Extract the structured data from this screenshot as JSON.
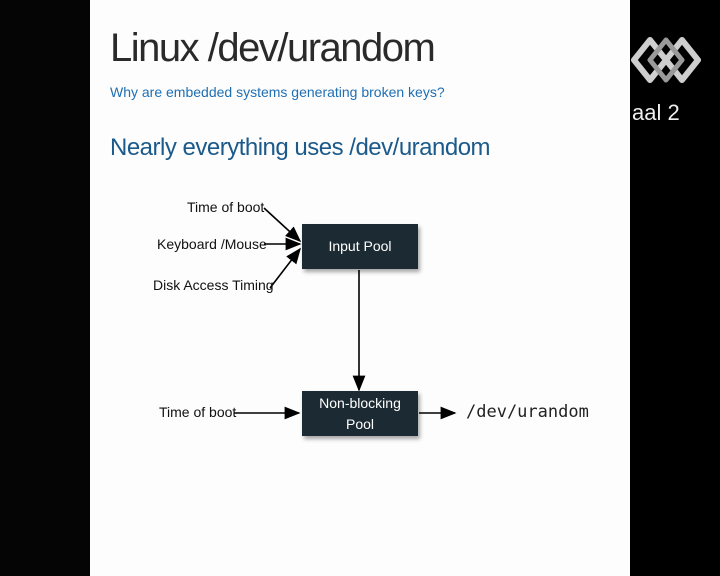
{
  "slide": {
    "title": "Linux /dev/urandom",
    "subtitle": "Why are embedded systems generating broken keys?",
    "heading": "Nearly everything uses /dev/urandom"
  },
  "diagram": {
    "inputs_top": [
      "Time of boot",
      "Keyboard /Mouse",
      "Disk Access Timing"
    ],
    "input_pool": "Input Pool",
    "input_bottom": "Time of boot",
    "nonblocking_pool_line1": "Non-blocking",
    "nonblocking_pool_line2": "Pool",
    "output": "/dev/urandom"
  },
  "channel": {
    "label": "aal 2",
    "logo_icon": "channel-logo-icon"
  }
}
